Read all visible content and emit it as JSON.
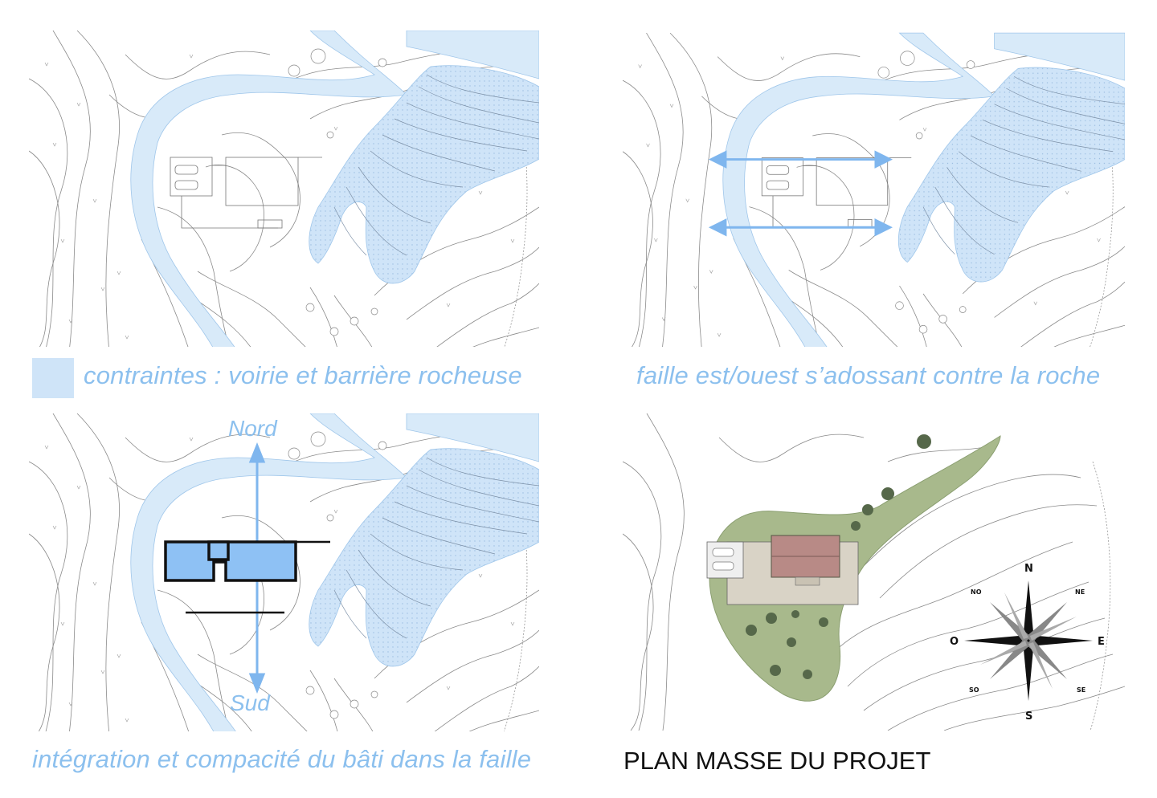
{
  "panels": {
    "top_left": {
      "caption": "contraintes : voirie et barrière rocheuse"
    },
    "top_right": {
      "caption": "faille est/ouest s’adossant contre la roche"
    },
    "bottom_left": {
      "caption": "intégration et compacité du bâti dans la faille",
      "north_label": "Nord",
      "south_label": "Sud"
    },
    "bottom_right": {
      "caption": "PLAN MASSE DU PROJET"
    }
  },
  "compass": {
    "n": "N",
    "s": "S",
    "e": "E",
    "o": "O",
    "ne": "NE",
    "no": "NO",
    "se": "SE",
    "so": "SO"
  },
  "colors": {
    "accent_blue": "#8cc0ee",
    "zone_fill": "#cfe4f8",
    "building_fill": "#8ec1f4",
    "vegetation": "#9cb17f",
    "roof": "#b88a86"
  }
}
